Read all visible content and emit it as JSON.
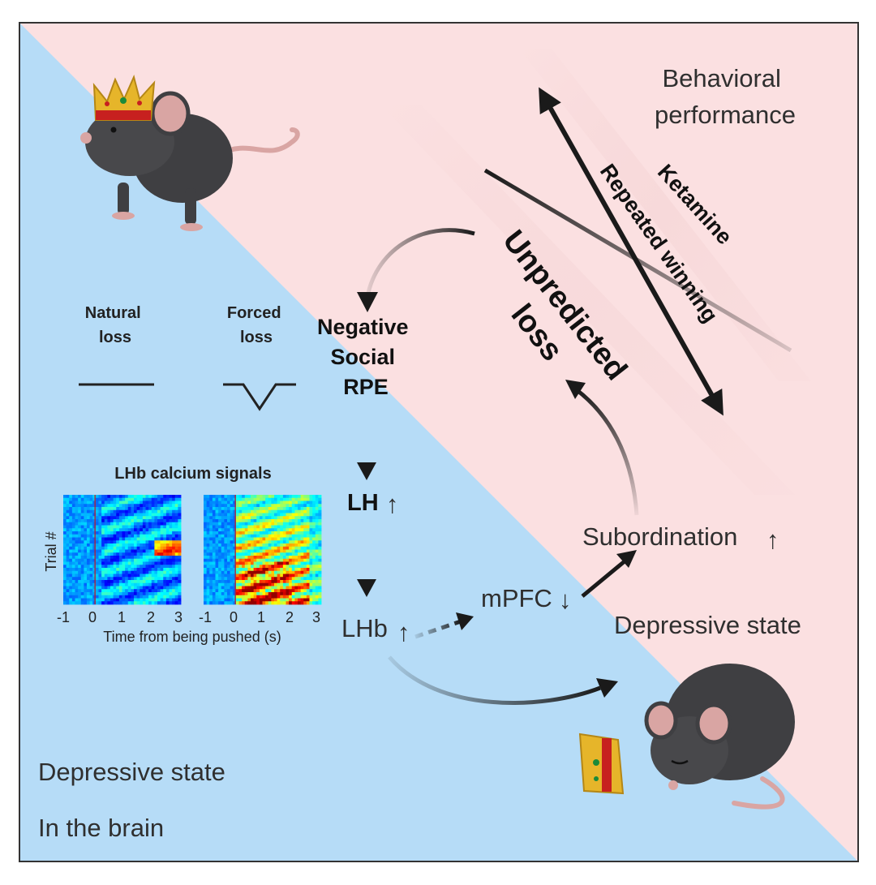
{
  "labels": {
    "behavioral_performance": [
      "Behavioral",
      "performance"
    ],
    "ketamine": "Ketamine",
    "repeated_winning": "Repeated winning",
    "unpredicted_loss": [
      "Unpredicted",
      "loss"
    ],
    "negative_social_rpe": [
      "Negative",
      "Social",
      "RPE"
    ],
    "natural_loss": [
      "Natural",
      "loss"
    ],
    "forced_loss": [
      "Forced",
      "loss"
    ],
    "calcium_title": "LHb calcium signals",
    "trial_axis": "Trial #",
    "time_axis": "Time from being pushed (s)",
    "lh": "LH",
    "lhb": "LHb",
    "mpfc": "mPFC",
    "subordination": "Subordination",
    "depressive_state_right": "Depressive state",
    "depressive_state_left": "Depressive state",
    "in_the_brain": "In the brain",
    "up_arrow": "↑",
    "down_arrow": "↓"
  },
  "heatmap_ticks": [
    "-1",
    "0",
    "1",
    "2",
    "3"
  ],
  "colors": {
    "blue_region": "#b6dcf7",
    "pink_region": "#fbe0e1",
    "heat_low": "#1f3fd8",
    "heat_high": "#c8161a",
    "mouse": "#3f3f42",
    "crown": "#e6b52a",
    "arrow": "#1a1a1a"
  }
}
